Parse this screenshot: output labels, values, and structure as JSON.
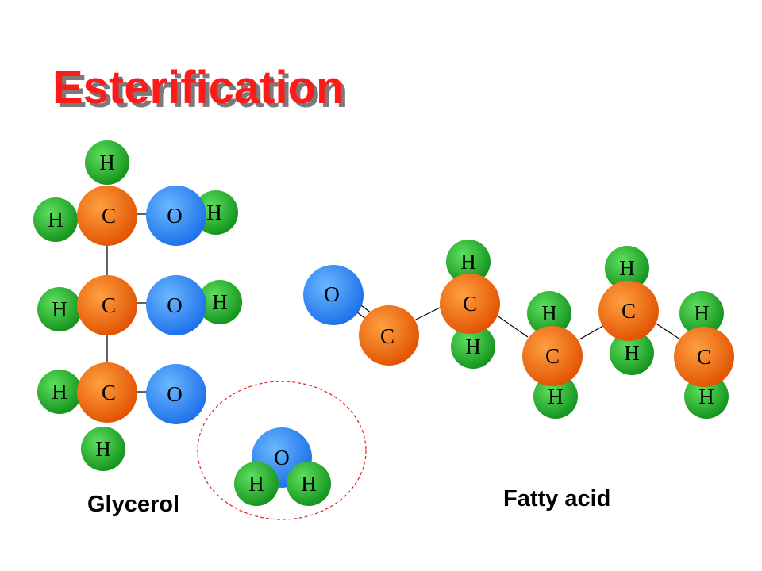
{
  "title": "Esterification",
  "labels": {
    "glycerol": "Glycerol",
    "fatty_acid": "Fatty acid"
  },
  "colors": {
    "title": "#ff1a1a",
    "title_shadow": "#7a7a7a",
    "hydrogen": "#1fae1f",
    "carbon": "#f06a10",
    "oxygen": "#2b8cff",
    "water_circle": "#e02020"
  },
  "atoms": {
    "glycerol": {
      "c1": "C",
      "o1": "O",
      "h_c1_top": "H",
      "h_c1_left": "H",
      "h_o1": "H",
      "c2": "C",
      "o2": "O",
      "h_c2_left": "H",
      "h_o2": "H",
      "c3": "C",
      "o3": "O",
      "h_c3_left": "H",
      "h_c3_bottom": "H"
    },
    "water": {
      "o": "O",
      "h1": "H",
      "h2": "H"
    },
    "fatty_acid": {
      "o": "O",
      "c1": "C",
      "c2": "C",
      "h_c2_top": "H",
      "h_c2_bottom": "H",
      "c3": "C",
      "h_c3_top": "H",
      "h_c3_bottom": "H",
      "c4": "C",
      "h_c4_top": "H",
      "h_c4_bottom": "H",
      "c5": "C",
      "h_c5_top": "H",
      "h_c5_bottom": "H"
    }
  }
}
